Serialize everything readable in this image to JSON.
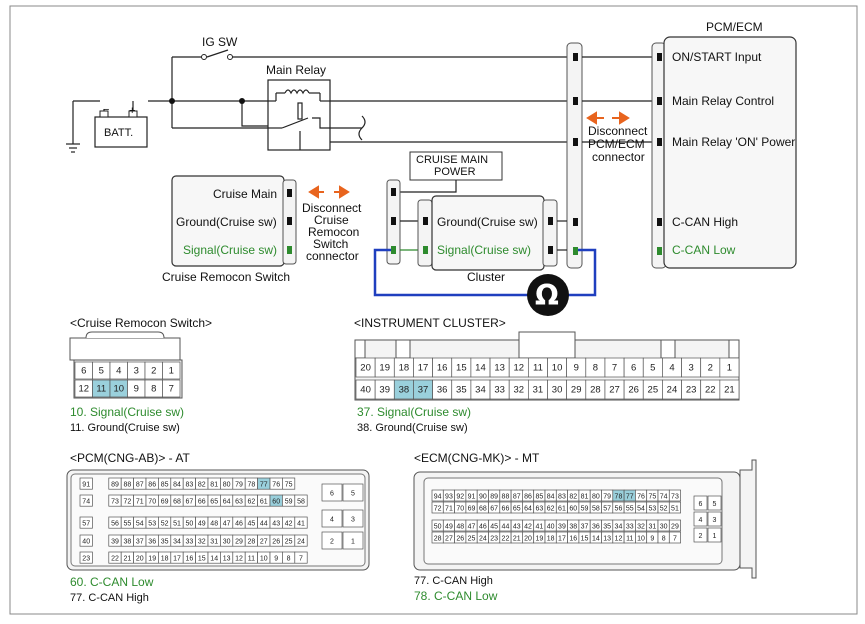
{
  "colors": {
    "wire": "#222222",
    "signal_green": "#2e8b2e",
    "loop_blue": "#1f3fbf",
    "arrow_orange": "#e8641e",
    "highlight_cyan": "#9ad0dc",
    "connector_gray": "#ececec"
  },
  "schematic": {
    "ig_sw": "IG SW",
    "batt": "BATT.",
    "main_relay": "Main Relay",
    "pcm_ecm_title": "PCM/ECM",
    "pcm_pins": [
      "ON/START Input",
      "Main Relay Control",
      "Main Relay 'ON' Power",
      "C-CAN High",
      "C-CAN Low"
    ],
    "disconnect_pcm": [
      "Disconnect",
      "PCM/ECM",
      "connector"
    ],
    "cruise_main_power": [
      "CRUISE MAIN",
      "POWER"
    ],
    "remocon_pins": [
      "Cruise Main",
      "Ground(Cruise sw)",
      "Signal(Cruise sw)"
    ],
    "remocon_label": "Cruise Remocon Switch",
    "disconnect_remocon": [
      "Disconnect",
      "Cruise",
      "Remocon",
      "Switch",
      "connector"
    ],
    "cluster_pins": [
      "Ground(Cruise sw)",
      "Signal(Cruise sw)"
    ],
    "cluster_label": "Cluster",
    "ohm_symbol": "Ω"
  },
  "connectors": {
    "remocon": {
      "title": "<Cruise Remocon Switch>",
      "row1": [
        "6",
        "5",
        "4",
        "3",
        "2",
        "1"
      ],
      "row2": [
        "12",
        "11",
        "10",
        "9",
        "8",
        "7"
      ],
      "highlight": [
        "11",
        "10"
      ],
      "note1": "10. Signal(Cruise sw)",
      "note2": "11. Ground(Cruise sw)"
    },
    "cluster": {
      "title": "<INSTRUMENT CLUSTER>",
      "row1": [
        "20",
        "19",
        "18",
        "17",
        "16",
        "15",
        "14",
        "13",
        "12",
        "11",
        "10",
        "9",
        "8",
        "7",
        "6",
        "5",
        "4",
        "3",
        "2",
        "1"
      ],
      "row2": [
        "40",
        "39",
        "38",
        "37",
        "36",
        "35",
        "34",
        "33",
        "32",
        "31",
        "30",
        "29",
        "28",
        "27",
        "26",
        "25",
        "24",
        "23",
        "22",
        "21"
      ],
      "highlight": [
        "38",
        "37"
      ],
      "note1": "37. Signal(Cruise sw)",
      "note2": "38. Ground(Cruise sw)"
    },
    "pcm": {
      "title": "<PCM(CNG-AB)> - AT",
      "rows": [
        [
          "91",
          "",
          "89",
          "88",
          "87",
          "86",
          "85",
          "84",
          "83",
          "82",
          "81",
          "80",
          "79",
          "78",
          "77",
          "76",
          "75"
        ],
        [
          "74",
          "",
          "73",
          "72",
          "71",
          "70",
          "69",
          "68",
          "67",
          "66",
          "65",
          "64",
          "63",
          "62",
          "61",
          "60",
          "59",
          "58"
        ],
        [
          "57",
          "",
          "56",
          "55",
          "54",
          "53",
          "52",
          "51",
          "50",
          "49",
          "48",
          "47",
          "46",
          "45",
          "44",
          "43",
          "42",
          "41"
        ],
        [
          "40",
          "",
          "39",
          "38",
          "37",
          "36",
          "35",
          "34",
          "33",
          "32",
          "31",
          "30",
          "29",
          "28",
          "27",
          "26",
          "25",
          "24"
        ],
        [
          "23",
          "",
          "22",
          "21",
          "20",
          "19",
          "18",
          "17",
          "16",
          "15",
          "14",
          "13",
          "12",
          "11",
          "10",
          "9",
          "8",
          "7"
        ]
      ],
      "side": [
        "6",
        "5",
        "4",
        "3",
        "2",
        "1"
      ],
      "highlight": [
        "77",
        "60"
      ],
      "note1": "60. C-CAN Low",
      "note2": "77. C-CAN High"
    },
    "ecm": {
      "title": "<ECM(CNG-MK)> - MT",
      "rows": [
        [
          "94",
          "93",
          "92",
          "91",
          "90",
          "89",
          "88",
          "87",
          "86",
          "85",
          "84",
          "83",
          "82",
          "81",
          "80",
          "79",
          "78",
          "77",
          "76",
          "75",
          "74",
          "73"
        ],
        [
          "72",
          "71",
          "70",
          "69",
          "68",
          "67",
          "66",
          "65",
          "64",
          "63",
          "62",
          "61",
          "60",
          "59",
          "58",
          "57",
          "56",
          "55",
          "54",
          "53",
          "52",
          "51"
        ],
        [
          "50",
          "49",
          "48",
          "47",
          "46",
          "45",
          "44",
          "43",
          "42",
          "41",
          "40",
          "39",
          "38",
          "37",
          "36",
          "35",
          "34",
          "33",
          "32",
          "31",
          "30",
          "29"
        ],
        [
          "28",
          "27",
          "26",
          "25",
          "24",
          "23",
          "22",
          "21",
          "20",
          "19",
          "18",
          "17",
          "16",
          "15",
          "14",
          "13",
          "12",
          "11",
          "10",
          "9",
          "8",
          "7"
        ]
      ],
      "side": [
        "6",
        "5",
        "4",
        "3",
        "2",
        "1"
      ],
      "highlight": [
        "78",
        "77"
      ],
      "note1": "77. C-CAN High",
      "note2": "78. C-CAN Low"
    }
  }
}
